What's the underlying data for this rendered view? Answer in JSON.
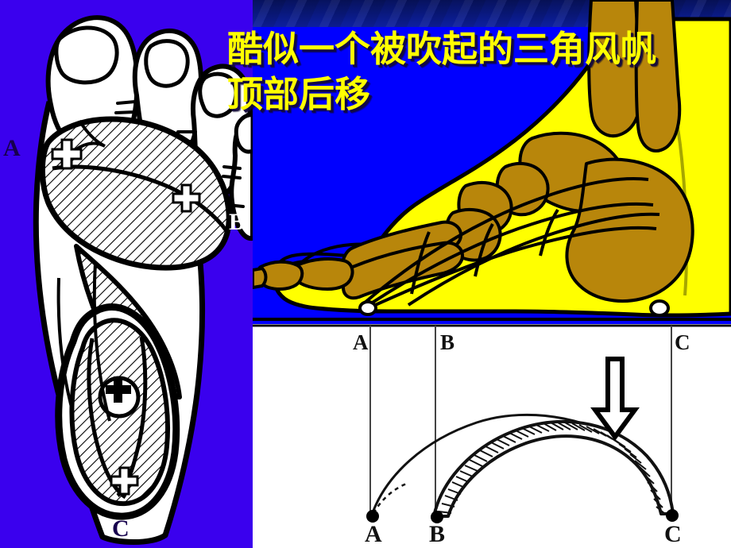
{
  "slide": {
    "title_lines": [
      "酷似一个被吹起的三角风帆",
      "顶部后移"
    ],
    "background_left_color": "#3a00ee",
    "background_right_color": "#0000ff",
    "band_color": "#0a1a86",
    "title_color": "#ffff00"
  },
  "left_figure": {
    "name": "plantar-weight-bearing-diagram",
    "labels": [
      {
        "id": "A",
        "text": "A",
        "style": "dark"
      },
      {
        "id": "B",
        "text": "B",
        "style": "white"
      },
      {
        "id": "C",
        "text": "C",
        "style": "dark"
      }
    ],
    "cross_markers": 4,
    "hatched_region_color": "#ffffff",
    "outline_color": "#000000"
  },
  "right_figure": {
    "name": "foot-skeleton-lateral-view",
    "soft_tissue_color": "#ffff00",
    "bone_color": "#b8860b",
    "outline_color": "#000000"
  },
  "arch_figure": {
    "name": "arch-sail-schematic",
    "background_color": "#ffffff",
    "top_labels": [
      {
        "text": "A"
      },
      {
        "text": "B"
      },
      {
        "text": "C"
      }
    ],
    "bottom_labels": [
      {
        "text": "A"
      },
      {
        "text": "B"
      },
      {
        "text": "C"
      }
    ],
    "arrow": "down-arrow",
    "arrow_direction": "down"
  }
}
